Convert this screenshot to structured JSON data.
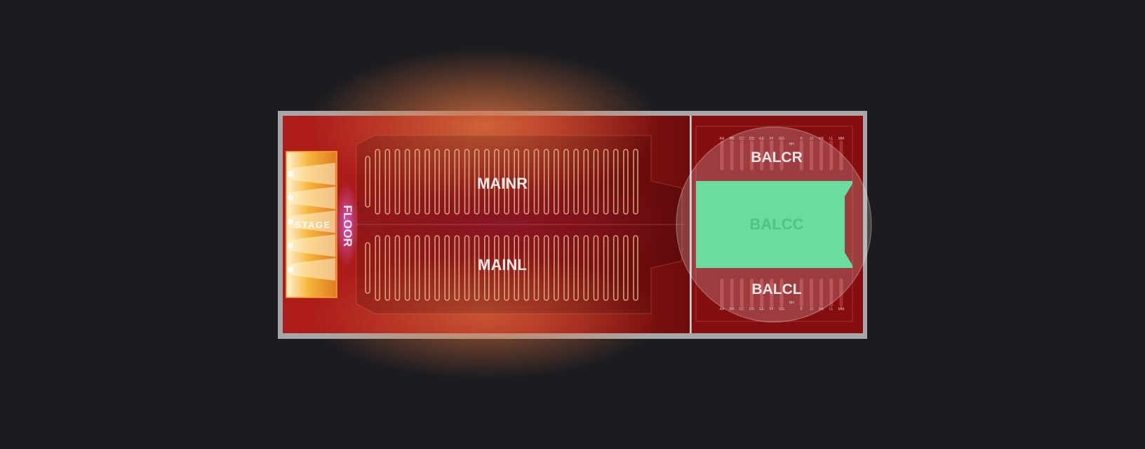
{
  "map": {
    "stage_label": "STAGE",
    "floor_label": "FLOOR",
    "sections": {
      "mainr": "MAINR",
      "mainl": "MAINL",
      "balcr": "BALCR",
      "balcc": "BALCC",
      "balcl": "BALCL"
    },
    "balcony_rows": [
      "AA",
      "BB",
      "CC",
      "DD",
      "EE",
      "FF",
      "GG",
      "HH",
      "II",
      "JJ",
      "KK",
      "LL",
      "MM"
    ],
    "main_row_count": 28,
    "selected_section": "BALCC",
    "colors": {
      "background": "#1c1c20",
      "venue_frame": "#a7a7a7",
      "floor_red": "#a01412",
      "glow_orange": "#d0653a",
      "seat_stroke": "#e2b98a",
      "selected": "#6cdba0",
      "stage_yellow": "#f2b53a"
    }
  }
}
